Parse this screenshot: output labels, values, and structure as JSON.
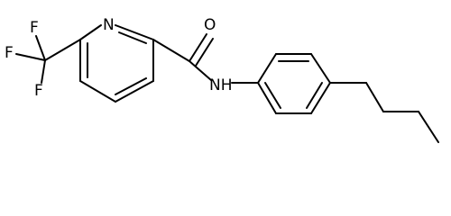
{
  "molecule": {
    "atom_labels": {
      "pyridine_n": "N",
      "carbonyl_o": "O",
      "amide_nh": "NH",
      "fluorine_top": "F",
      "fluorine_left": "F",
      "fluorine_bottom": "F"
    }
  }
}
